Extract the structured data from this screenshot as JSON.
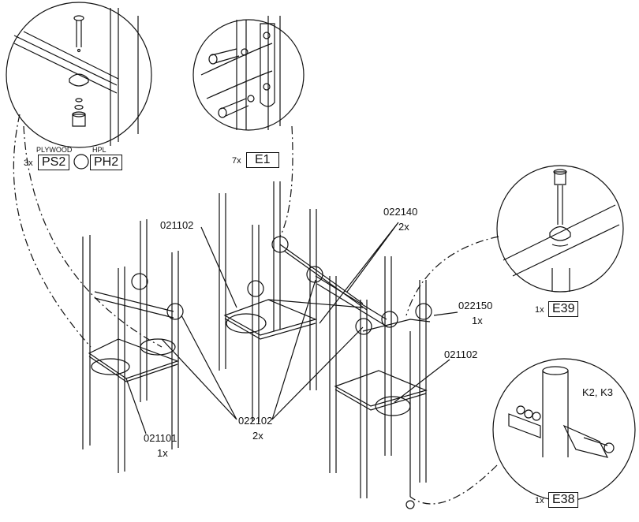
{
  "labels": {
    "plywood": "PLYWOOD",
    "hpl": "HPL",
    "ps2_qty": "3x",
    "ps2_code": "PS2",
    "ph2_code": "PH2",
    "e1_qty": "7x",
    "e1_code": "E1",
    "e39_qty": "1x",
    "e39_code": "E39",
    "e38_qty": "1x",
    "e38_code": "E38",
    "k2k3": "K2, K3",
    "p021102_top": "021102",
    "p022140": "022140",
    "p022140_qty": "2x",
    "p022150": "022150",
    "p022150_qty": "1x",
    "p021102_right": "021102",
    "p022102": "022102",
    "p022102_qty": "2x",
    "p021101": "021101",
    "p021101_qty": "1x"
  },
  "colors": {
    "line": "#111111",
    "paper": "#ffffff"
  }
}
